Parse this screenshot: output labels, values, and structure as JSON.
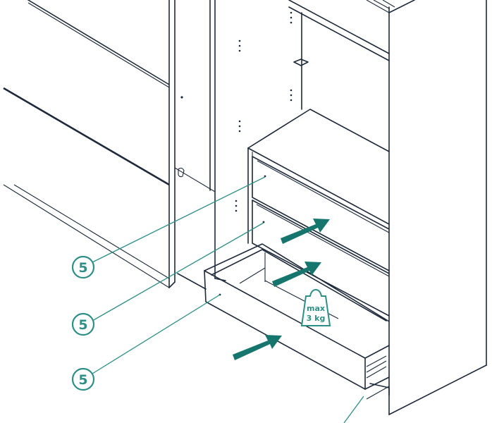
{
  "callouts": [
    {
      "label": "5"
    },
    {
      "label": "5"
    },
    {
      "label": "5"
    }
  ],
  "weight_limit": {
    "line1": "max",
    "line2": "3 kg"
  },
  "colors": {
    "line": "#1e2a3a",
    "accent": "#2e8f86",
    "arrow": "#16766d"
  },
  "icons": [
    "insert-arrow-icon",
    "weight-icon"
  ]
}
